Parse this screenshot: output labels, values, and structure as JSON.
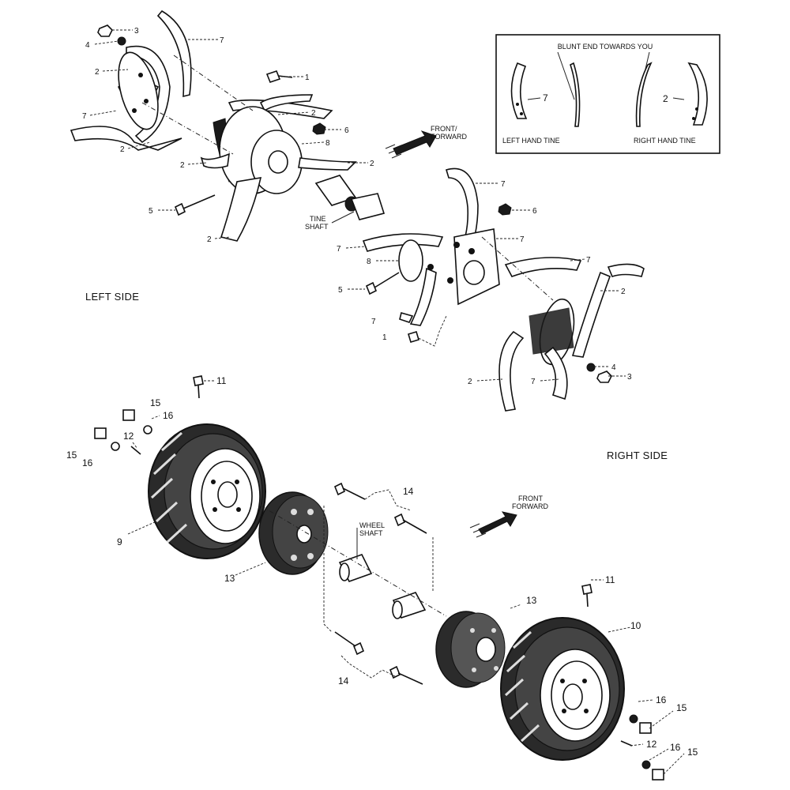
{
  "sections": {
    "left_side": "LEFT SIDE",
    "right_side": "RIGHT SIDE"
  },
  "direction": {
    "upper": "FRONT/\nFORWARD",
    "lower": "FRONT\nFORWARD"
  },
  "shaft_labels": {
    "tine": "TINE\nSHAFT",
    "wheel": "WHEEL\nSHAFT"
  },
  "inset": {
    "blunt": "BLUNT END TOWARDS YOU",
    "left_tine": "LEFT HAND TINE",
    "right_tine": "RIGHT HAND TINE",
    "left_num": "7",
    "right_num": "2"
  },
  "callouts": {
    "c1": "3",
    "c2": "4",
    "c3": "7",
    "c4": "2",
    "c5": "7",
    "c6": "2",
    "c7": "1",
    "c8": "2",
    "c9": "6",
    "c10": "8",
    "c11": "2",
    "c12": "2",
    "c13": "5",
    "c14": "2",
    "c15": "7",
    "c16": "6",
    "c17": "7",
    "c18": "7",
    "c19": "8",
    "c20": "5",
    "c21": "7",
    "c22": "2",
    "c23": "7",
    "c24": "1",
    "c25": "4",
    "c26": "3",
    "c27": "2",
    "c28": "7",
    "c29": "11",
    "c30": "15",
    "c31": "16",
    "c32": "12",
    "c33": "15",
    "c34": "16",
    "c35": "9",
    "c36": "13",
    "c37": "14",
    "c38": "13",
    "c39": "11",
    "c40": "10",
    "c41": "14",
    "c42": "16",
    "c43": "15",
    "c44": "12",
    "c45": "16",
    "c46": "15"
  }
}
